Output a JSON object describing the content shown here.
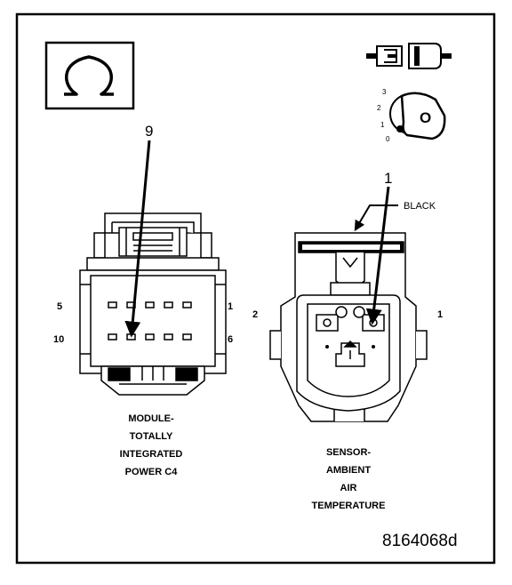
{
  "figure_id": "8164068d",
  "icons": {
    "ohm": "ohm-symbol-icon",
    "connector": "disconnected-connector-icon",
    "ignition": "ignition-key-off-icon"
  },
  "ignition": {
    "positions": [
      "3",
      "2",
      "1",
      "0"
    ],
    "key_label": "O"
  },
  "module_connector": {
    "caption": [
      "MODULE-",
      "TOTALLY",
      "INTEGRATED",
      "POWER C4"
    ],
    "pin_labels": {
      "top_left": "5",
      "top_right": "1",
      "bottom_left": "10",
      "bottom_right": "6"
    },
    "probe_pin": "9"
  },
  "sensor_connector": {
    "caption": [
      "SENSOR-",
      "AMBIENT",
      "AIR",
      "TEMPERATURE"
    ],
    "color_label": "BLACK",
    "pin_labels": {
      "left": "2",
      "right": "1"
    },
    "probe_pin": "1"
  }
}
